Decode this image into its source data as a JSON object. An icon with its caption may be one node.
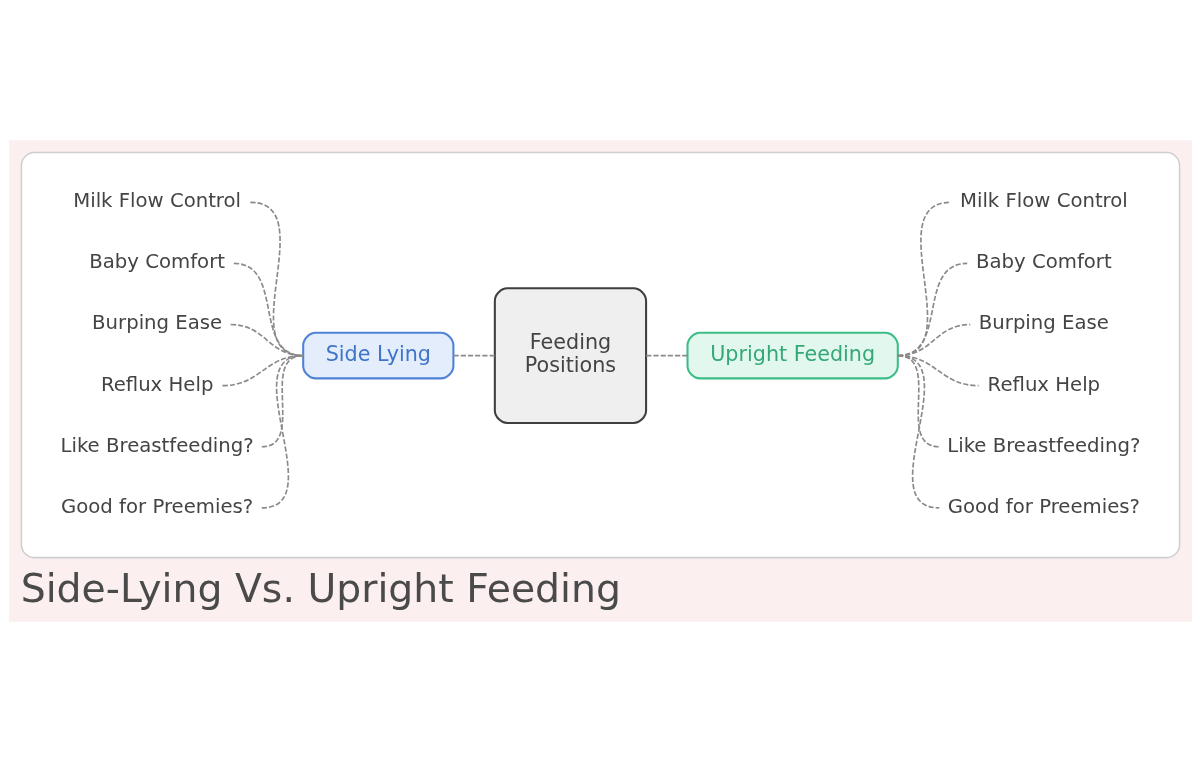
{
  "diagram": {
    "title": "Side-Lying Vs. Upright Feeding",
    "nodes": [
      {
        "text": [],
        "shape": "box"
      },
      {
        "text": [
          "Side Lying"
        ],
        "in": 0
      },
      {
        "text": [
          "Milk Flow Control"
        ],
        "in": 0
      },
      {
        "text": [
          "Baby Comfort"
        ],
        "in": 0
      },
      {
        "text": [
          "Burping Ease"
        ],
        "in": 0
      },
      {
        "text": [
          "Reflux Help"
        ],
        "in": 0
      },
      {
        "text": [
          "Like Breastfeeding?"
        ],
        "in": 0
      },
      {
        "text": [
          "Good for Preemies?"
        ],
        "in": 0
      },
      {
        "text": [
          "Feeding Positions"
        ],
        "in": 0
      },
      {
        "text": [
          "Upright Feeding"
        ],
        "in": 0
      },
      {
        "text": [
          "Milk Flow Control"
        ],
        "in": 0
      },
      {
        "text": [
          "Baby Comfort"
        ],
        "in": 0
      },
      {
        "text": [
          "Burping Ease"
        ],
        "in": 0
      },
      {
        "text": [
          "Reflux Help"
        ],
        "in": 0
      },
      {
        "text": [
          "Like Breastfeeding?"
        ],
        "in": 0
      },
      {
        "text": [
          "Good for Preemies?"
        ],
        "in": 0
      }
    ],
    "edges": [
      {
        "from": 2,
        "to": 1,
        "arrow": "none",
        "style": "dashed"
      },
      {
        "from": 3,
        "to": 1,
        "arrow": "none",
        "style": "dashed"
      },
      {
        "from": 4,
        "to": 1,
        "arrow": "none",
        "style": "dashed"
      },
      {
        "from": 5,
        "to": 1,
        "arrow": "none",
        "style": "dashed"
      },
      {
        "from": 6,
        "to": 1,
        "arrow": "none",
        "style": "dashed"
      },
      {
        "from": 7,
        "to": 1,
        "arrow": "none",
        "style": "dashed"
      },
      {
        "from": 1,
        "to": 8,
        "arrow": "none",
        "style": "dashed"
      },
      {
        "from": 8,
        "to": 9,
        "arrow": "none",
        "style": "dashed"
      },
      {
        "from": 9,
        "to": 10,
        "arrow": "none",
        "style": "dashed"
      },
      {
        "from": 9,
        "to": 11,
        "arrow": "none",
        "style": "dashed"
      },
      {
        "from": 9,
        "to": 12,
        "arrow": "none",
        "style": "dashed"
      },
      {
        "from": 9,
        "to": 13,
        "arrow": "none",
        "style": "dashed"
      },
      {
        "from": 9,
        "to": 14,
        "arrow": "none",
        "style": "dashed"
      },
      {
        "from": 9,
        "to": 15,
        "arrow": "none",
        "style": "dashed"
      }
    ]
  }
}
